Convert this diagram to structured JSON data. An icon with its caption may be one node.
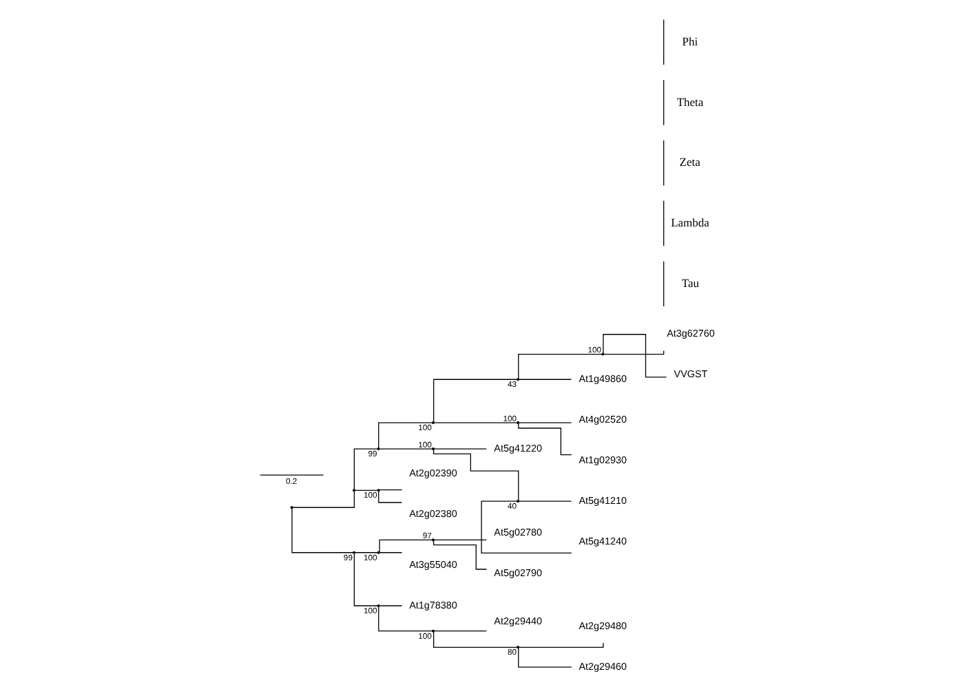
{
  "diagram": {
    "nodes": [
      {
        "text": [],
        "shape": "point"
      },
      {
        "text": [],
        "shape": "point"
      },
      {
        "text": [],
        "shape": "point",
        "beside": [
          "99"
        ]
      },
      {
        "text": [],
        "shape": "point",
        "beside": [
          "100"
        ]
      },
      {
        "text": [],
        "shape": "point",
        "beside": [
          "43"
        ]
      },
      {
        "text": [],
        "shape": "point",
        "beside": [
          "100"
        ]
      },
      {
        "text": [
          "At3g62760"
        ]
      },
      {
        "text": [
          "VVGST"
        ]
      },
      {
        "text": [
          "At1g49860"
        ]
      },
      {
        "text": [],
        "shape": "point",
        "beside": [
          "100"
        ]
      },
      {
        "text": [
          "At4g02520"
        ]
      },
      {
        "text": [
          "At1g02930"
        ]
      },
      {
        "text": [],
        "shape": "point",
        "beside": [
          "100"
        ]
      },
      {
        "text": [
          "At5g41220"
        ]
      },
      {
        "text": [],
        "shape": "point",
        "beside": [
          "40"
        ]
      },
      {
        "text": [
          "At5g41210"
        ]
      },
      {
        "text": [
          "At5g41240"
        ]
      },
      {
        "text": [],
        "shape": "point",
        "beside": [
          "100"
        ]
      },
      {
        "text": [
          "At2g02390"
        ]
      },
      {
        "text": [
          "At2g02380"
        ]
      },
      {
        "text": [],
        "shape": "point",
        "beside": [
          "99"
        ]
      },
      {
        "text": [],
        "shape": "point",
        "beside": [
          "100"
        ]
      },
      {
        "text": [],
        "shape": "point",
        "beside": [
          "97"
        ]
      },
      {
        "text": [
          "At5g02780"
        ]
      },
      {
        "text": [
          "At5g02790"
        ]
      },
      {
        "text": [
          "At3g55040"
        ]
      },
      {
        "text": [],
        "shape": "point",
        "beside": [
          "100"
        ]
      },
      {
        "text": [
          "At1g78380"
        ]
      },
      {
        "text": [],
        "shape": "point",
        "beside": [
          "100"
        ]
      },
      {
        "text": [
          "At2g29440"
        ]
      },
      {
        "text": [],
        "shape": "point",
        "beside": [
          "80"
        ]
      },
      {
        "text": [
          "At2g29480"
        ]
      },
      {
        "text": [
          "At2g29460"
        ]
      }
    ],
    "edges": [
      {
        "from": 0,
        "to": 1,
        "arrow": "none"
      },
      {
        "from": 0,
        "to": 20,
        "arrow": "none"
      },
      {
        "from": 1,
        "to": 2,
        "arrow": "none"
      },
      {
        "from": 1,
        "to": 17,
        "arrow": "none"
      },
      {
        "from": 2,
        "to": 3,
        "arrow": "none"
      },
      {
        "from": 2,
        "to": 12,
        "arrow": "none"
      },
      {
        "from": 3,
        "to": 4,
        "arrow": "none"
      },
      {
        "from": 3,
        "to": 9,
        "arrow": "none"
      },
      {
        "from": 4,
        "to": 5,
        "arrow": "none"
      },
      {
        "from": 4,
        "to": 8,
        "arrow": "none"
      },
      {
        "from": 5,
        "to": 6,
        "arrow": "none"
      },
      {
        "from": 5,
        "to": 7,
        "arrow": "none"
      },
      {
        "from": 9,
        "to": 10,
        "arrow": "none"
      },
      {
        "from": 9,
        "to": 11,
        "arrow": "none"
      },
      {
        "from": 12,
        "to": 13,
        "arrow": "none"
      },
      {
        "from": 12,
        "to": 14,
        "arrow": "none"
      },
      {
        "from": 14,
        "to": 15,
        "arrow": "none"
      },
      {
        "from": 14,
        "to": 16,
        "arrow": "none"
      },
      {
        "from": 17,
        "to": 18,
        "arrow": "none"
      },
      {
        "from": 17,
        "to": 19,
        "arrow": "none"
      },
      {
        "from": 20,
        "to": 21,
        "arrow": "none"
      },
      {
        "from": 20,
        "to": 26,
        "arrow": "none"
      },
      {
        "from": 21,
        "to": 22,
        "arrow": "none"
      },
      {
        "from": 21,
        "to": 25,
        "arrow": "none"
      },
      {
        "from": 22,
        "to": 23,
        "arrow": "none"
      },
      {
        "from": 22,
        "to": 24,
        "arrow": "none"
      },
      {
        "from": 26,
        "to": 27,
        "arrow": "none"
      },
      {
        "from": 26,
        "to": 28,
        "arrow": "none"
      },
      {
        "from": 28,
        "to": 29,
        "arrow": "none"
      },
      {
        "from": 28,
        "to": 30,
        "arrow": "none"
      },
      {
        "from": 30,
        "to": 31,
        "arrow": "none"
      },
      {
        "from": 30,
        "to": 32,
        "arrow": "none"
      }
    ],
    "labels": [
      "Phi",
      "Theta",
      "Zeta",
      "Lambda",
      "Tau",
      "0.2"
    ]
  }
}
